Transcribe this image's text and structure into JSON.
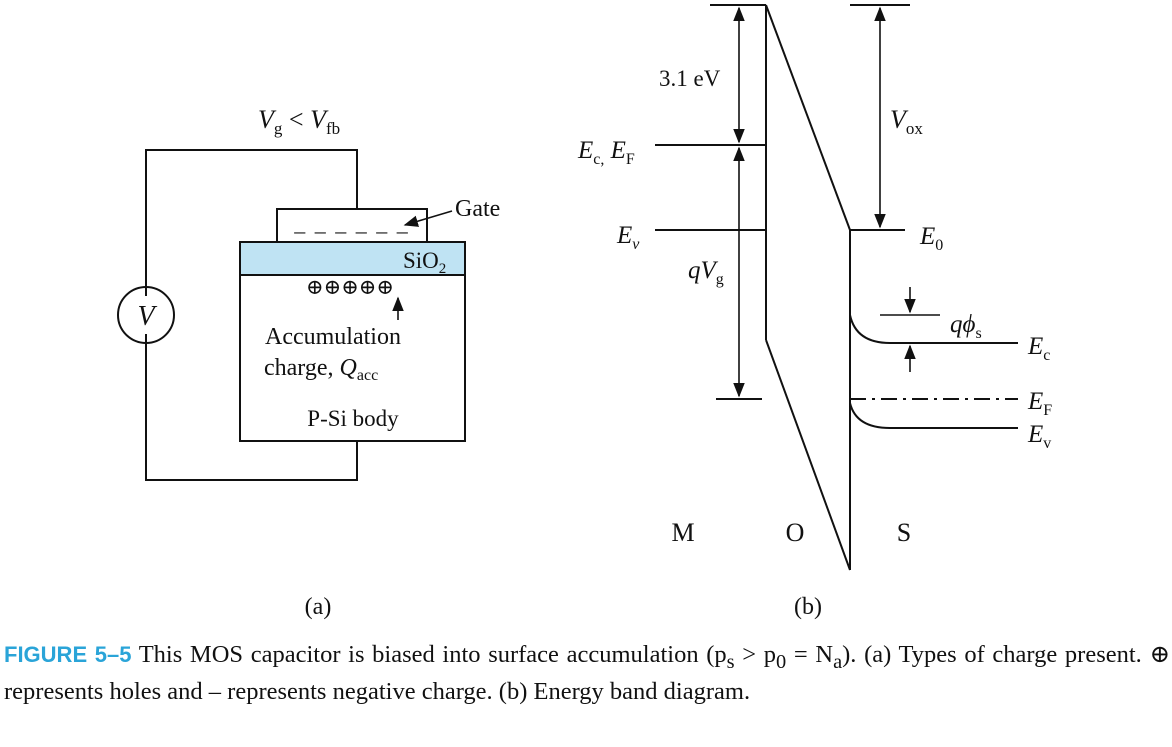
{
  "circuit": {
    "bias_condition": "V_g < V_fb",
    "voltage_source": "V",
    "gate_label": "Gate",
    "gate_charge": "– – – – – –",
    "oxide_label": "SiO2",
    "hole_charges": "⊕⊕⊕⊕⊕",
    "accumulation_line1": "Accumulation",
    "accumulation_line2": "charge, Q_acc",
    "body_label": "P-Si body",
    "panel_label": "(a)"
  },
  "band": {
    "barrier_energy": "3.1 eV",
    "metal_levels_label": "E_c, E_F",
    "metal_valence_label": "E_v",
    "gate_voltage_drop": "qV_g",
    "oxide_voltage": "V_ox",
    "vacuum_level": "E_0",
    "surface_potential": "qφ_s",
    "conduction_band": "E_c",
    "fermi_level": "E_F",
    "valence_band": "E_v",
    "region_metal": "M",
    "region_oxide": "O",
    "region_semiconductor": "S",
    "panel_label": "(b)"
  },
  "caption": {
    "figure_number": "FIGURE  5–5",
    "text_1": " This MOS capacitor is biased into surface accumulation (p",
    "text_2": "s",
    "text_3": " > p",
    "text_4": "0",
    "text_5": " = N",
    "text_6": "a",
    "text_7": "). (a) Types of charge present. ⊕ represents holes and – represents negative charge. (b) Energy band diagram."
  },
  "colors": {
    "oxide_fill": "#bfe3f3",
    "figure_label": "#2aa4d8"
  }
}
